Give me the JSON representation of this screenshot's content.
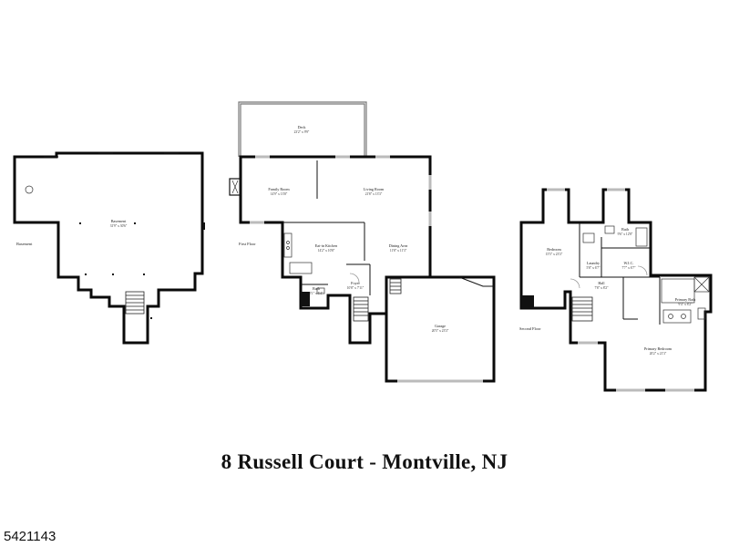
{
  "floors": {
    "basement": "Basement",
    "first": "First Floor",
    "second": "Second Floor"
  },
  "rooms": {
    "basement": {
      "name": "Basement",
      "dim": "31'9\" x 30'6\""
    },
    "deck": {
      "name": "Deck",
      "dim": "23'2\" x 9'9\""
    },
    "family_room": {
      "name": "Family Room",
      "dim": "14'9\" x 13'8\""
    },
    "living_room": {
      "name": "Living Room",
      "dim": "21'8\" x 13'3\""
    },
    "kitchen": {
      "name": "Eat-in Kitchen",
      "dim": "14'2\" x 10'8\""
    },
    "dining_area": {
      "name": "Dining Area",
      "dim": "11'8\" x 11'3\""
    },
    "bath_first": {
      "name": "Bath",
      "dim": "5'1\" x 5'4\""
    },
    "foyer": {
      "name": "Foyer",
      "dim": "10'8\" x 7'11\""
    },
    "garage": {
      "name": "Garage",
      "dim": "20'5\" x 23'3\""
    },
    "bedroom_left": {
      "name": "Bedroom",
      "dim": "15'5\" x 23'3\""
    },
    "bath_second": {
      "name": "Bath",
      "dim": "9'6\" x 12'8\""
    },
    "laundry": {
      "name": "Laundry",
      "dim": "5'8\" x 6'7\""
    },
    "wic": {
      "name": "W.I.C.",
      "dim": "7'7\" x 6'7\""
    },
    "hall": {
      "name": "Hall",
      "dim": "7'8\" x 8'2\""
    },
    "primary_bath": {
      "name": "Primary Bath",
      "dim": "9'4\" x 8'2\""
    },
    "primary_bedroom": {
      "name": "Primary Bedroom",
      "dim": "20'2\" x 21'3\""
    }
  },
  "caption": "8 Russell Court - Montville, NJ",
  "listing_id": "5421143"
}
